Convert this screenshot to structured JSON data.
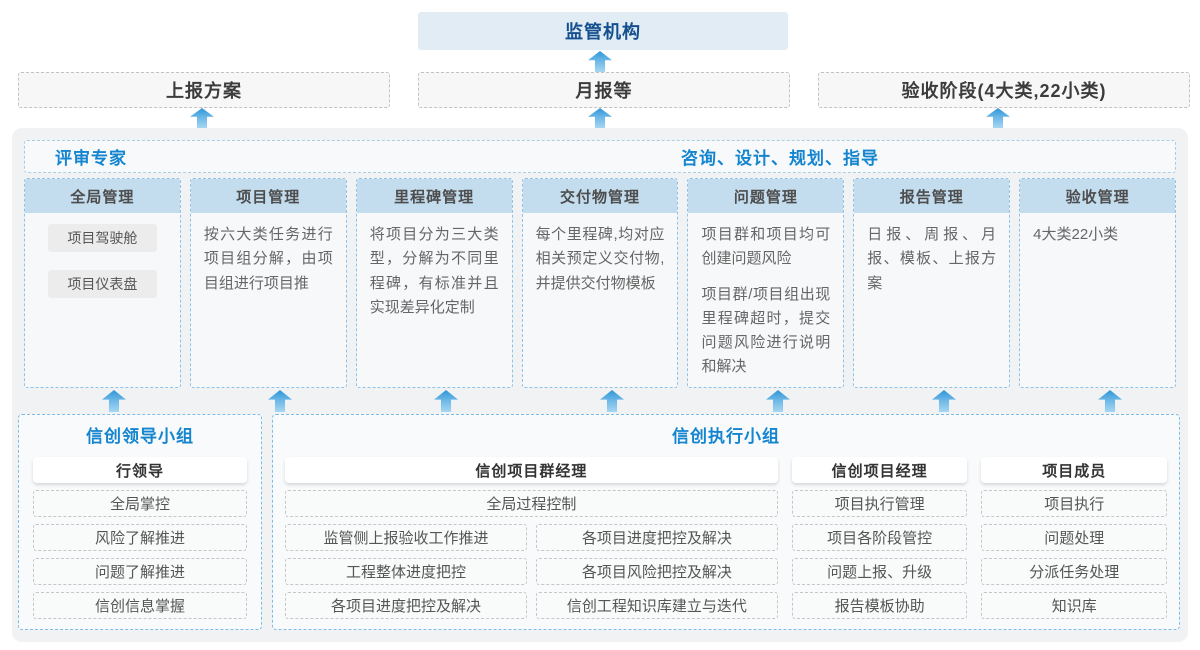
{
  "top": {
    "regulator_label": "监管机构",
    "report_boxes": [
      {
        "label": "上报方案"
      },
      {
        "label": "月报等"
      },
      {
        "label": "验收阶段(4大类,22小类)"
      }
    ]
  },
  "experts_band": {
    "left_label": "评审专家",
    "right_label": "咨询、设计、规划、指导"
  },
  "columns": [
    {
      "header": "全局管理",
      "pills": [
        "项目驾驶舱",
        "项目仪表盘"
      ]
    },
    {
      "header": "项目管理",
      "paragraphs": [
        "按六大类任务进行项目组分解，由项目组进行项目推"
      ]
    },
    {
      "header": "里程碑管理",
      "paragraphs": [
        "将项目分为三大类型，分解为不同里程碑，有标准并且实现差异化定制"
      ]
    },
    {
      "header": "交付物管理",
      "paragraphs": [
        "每个里程碑,均对应相关预定义交付物,并提供交付物模板"
      ]
    },
    {
      "header": "问题管理",
      "paragraphs": [
        "项目群和项目均可创建问题风险",
        "项目群/项目组出现里程碑超时，提交问题风险进行说明和解决"
      ]
    },
    {
      "header": "报告管理",
      "paragraphs": [
        "日报、周报、月报、模板、上报方案"
      ]
    },
    {
      "header": "验收管理",
      "paragraphs": [
        "4大类22小类"
      ]
    }
  ],
  "leader_group": {
    "title": "信创领导小组",
    "role": "行领导",
    "items": [
      "全局掌控",
      "风险了解推进",
      "问题了解推进",
      "信创信息掌握"
    ]
  },
  "exec_group": {
    "title": "信创执行小组",
    "program_manager": {
      "role": "信创项目群经理",
      "full_item": "全局过程控制",
      "grid_items": [
        "监管侧上报验收工作推进",
        "各项目进度把控及解决",
        "工程整体进度把控",
        "各项目风险把控及解决",
        "各项目进度把控及解决",
        "信创工程知识库建立与迭代"
      ]
    },
    "project_manager": {
      "role": "信创项目经理",
      "items": [
        "项目执行管理",
        "项目各阶段管控",
        "问题上报、升级",
        "报告模板协助"
      ]
    },
    "member": {
      "role": "项目成员",
      "items": [
        "项目执行",
        "问题处理",
        "分派任务处理",
        "知识库"
      ]
    }
  },
  "colors": {
    "accent_blue": "#1585d0",
    "navy_blue": "#14508e",
    "regulator_bg": "#e2ecf5",
    "column_header_bg": "#c3dcee",
    "arrow_blue_dark": "#2f96d7",
    "arrow_blue_light": "#a5d7f2",
    "container_bg": "#f1f2f3",
    "dashed_blue_border": "#8fc2e6",
    "dark_text": "#3c3c3c",
    "body_text": "#666666"
  }
}
